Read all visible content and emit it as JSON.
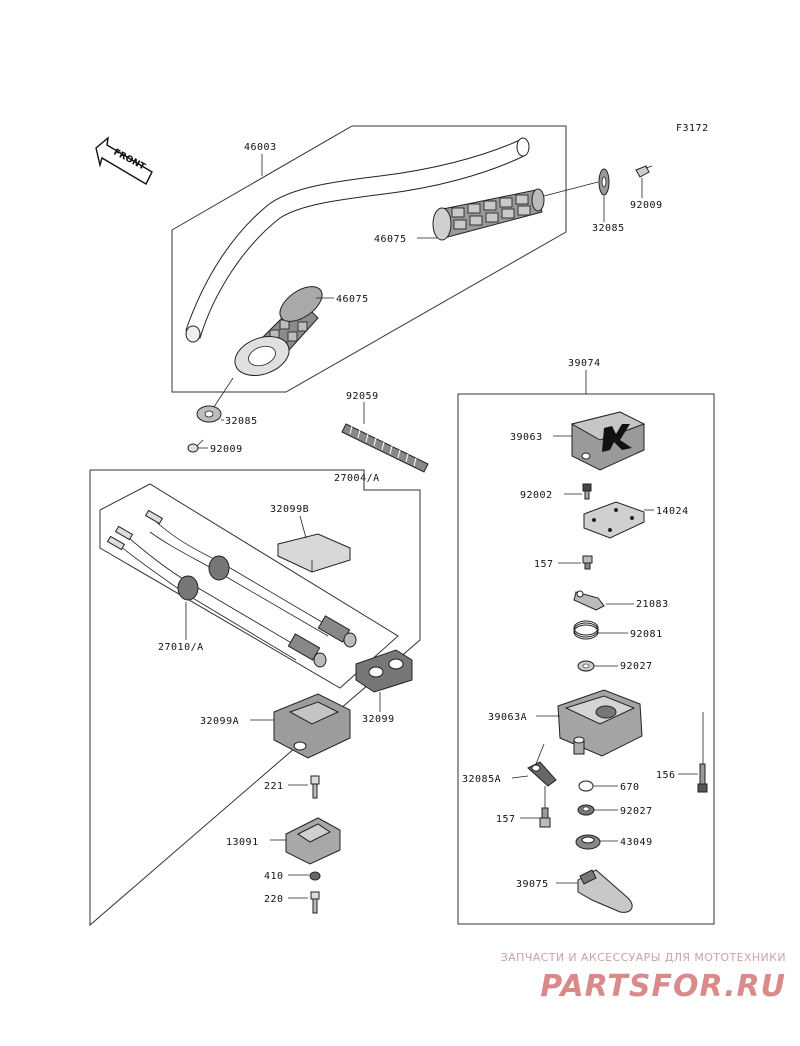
{
  "diagram": {
    "figure_code": "F3172",
    "front_label": "FRONT",
    "labels": {
      "l46003": "46003",
      "l46075a": "46075",
      "l46075b": "46075",
      "l32085a": "32085",
      "l92009a": "92009",
      "l32085b": "32085",
      "l92009b": "92009",
      "l92059": "92059",
      "l27004A": "27004/A",
      "l32099B": "32099B",
      "l27010A": "27010/A",
      "l32099A": "32099A",
      "l32099": "32099",
      "l221": "221",
      "l13091": "13091",
      "l410": "410",
      "l220": "220",
      "l39074": "39074",
      "l39063": "39063",
      "l92002": "92002",
      "l14024": "14024",
      "l157a": "157",
      "l21083": "21083",
      "l92081": "92081",
      "l92027a": "92027",
      "l39063A": "39063A",
      "l32085A": "32085A",
      "l670": "670",
      "l156": "156",
      "l157b": "157",
      "l92027b": "92027",
      "l43049": "43049",
      "l39075": "39075"
    }
  },
  "watermark": {
    "tagline": "ЗАПЧАСТИ И АКСЕССУАРЫ ДЛЯ МОТОТЕХНИКИ",
    "logo": "PARTSFOR.RU"
  }
}
